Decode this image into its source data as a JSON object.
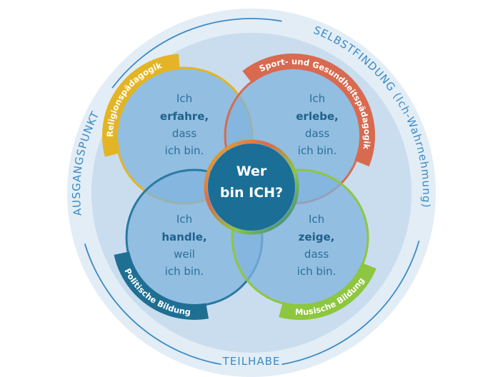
{
  "outer_labels": {
    "left": "AUSGANGSPUNKT",
    "top_right": "SELBSTFINDUNG (Ich-Wahrnehmung)",
    "bottom": "TEILHABE"
  },
  "center": {
    "line1": "Wer",
    "line2": "bin ICH?"
  },
  "quadrants": [
    {
      "label": "Religionspädagogik",
      "line1": "Ich",
      "verb": "erfahre,",
      "line3": "dass",
      "line4": "ich bin.",
      "color": "#e3b424"
    },
    {
      "label": "Sport- und Gesundheitspädagogik",
      "line1": "Ich",
      "verb": "erlebe,",
      "line3": "dass",
      "line4": "ich bin.",
      "color": "#d86a50"
    },
    {
      "label": "Politische Bildung",
      "line1": "Ich",
      "verb": "handle,",
      "line3": "weil",
      "line4": "ich bin.",
      "color": "#1f6f93"
    },
    {
      "label": "Musische Bildung",
      "line1": "Ich",
      "verb": "zeige,",
      "line3": "dass",
      "line4": "ich bin.",
      "color": "#8dc63f"
    }
  ]
}
